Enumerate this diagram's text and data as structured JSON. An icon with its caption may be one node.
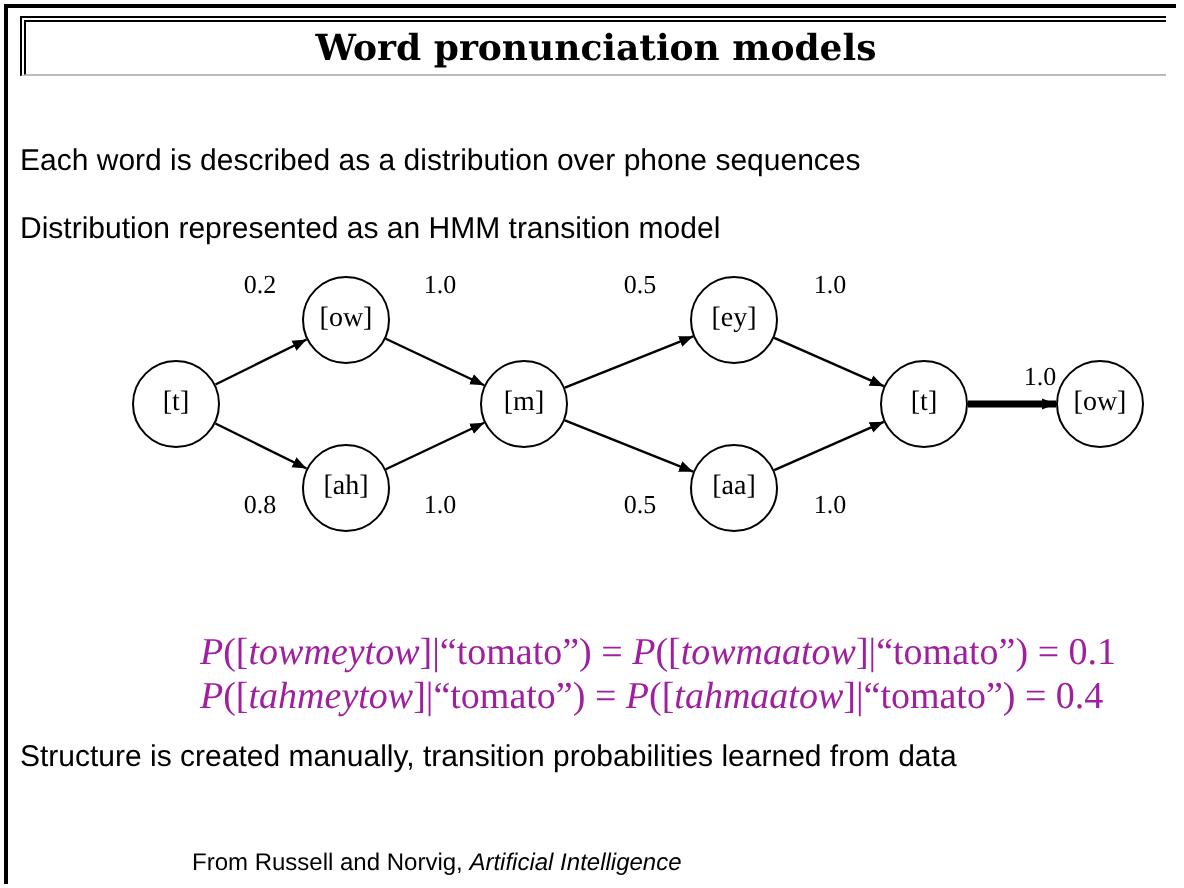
{
  "diagram": {
    "title": "Word pronunciation models",
    "nodes": [
      {
        "text": [
          "[t]"
        ]
      },
      {
        "text": [
          "[ow]"
        ]
      },
      {
        "text": [
          "[ah]"
        ]
      },
      {
        "text": [
          "[m]"
        ]
      },
      {
        "text": [
          "[ey]"
        ]
      },
      {
        "text": [
          "[aa]"
        ]
      },
      {
        "text": [
          "[t]"
        ]
      },
      {
        "text": [
          "[ow]"
        ]
      }
    ],
    "edges": [
      {
        "from": 0,
        "to": 1,
        "arrow": "to",
        "label": "0.2"
      },
      {
        "from": 0,
        "to": 2,
        "arrow": "to",
        "label": "0.8"
      },
      {
        "from": 1,
        "to": 3,
        "arrow": "to",
        "label": "1.0"
      },
      {
        "from": 2,
        "to": 3,
        "arrow": "to",
        "label": "1.0"
      },
      {
        "from": 3,
        "to": 4,
        "arrow": "to",
        "label": "0.5"
      },
      {
        "from": 3,
        "to": 5,
        "arrow": "to",
        "label": "0.5"
      },
      {
        "from": 4,
        "to": 6,
        "arrow": "to",
        "label": "1.0"
      },
      {
        "from": 5,
        "to": 6,
        "arrow": "to",
        "label": "1.0"
      },
      {
        "from": 6,
        "to": 7,
        "arrow": "to",
        "label": "1.0",
        "style": "thick"
      }
    ],
    "labels": [
      "Each word is described as a distribution over phone sequences",
      "Distribution represented as an HMM transition model",
      "*P*([*towmeytow*]|“tomato”) = *P*([*towmaatow*]|“tomato”) = 0.1",
      "*P*([*tahmeytow*]|“tomato”) = *P*([*tahmaatow*]|“tomato”) = 0.4",
      "Structure is created manually, transition probabilities learned from data"
    ],
    "caption": "From Russell and Norvig, *Artificial Intelligence*"
  }
}
